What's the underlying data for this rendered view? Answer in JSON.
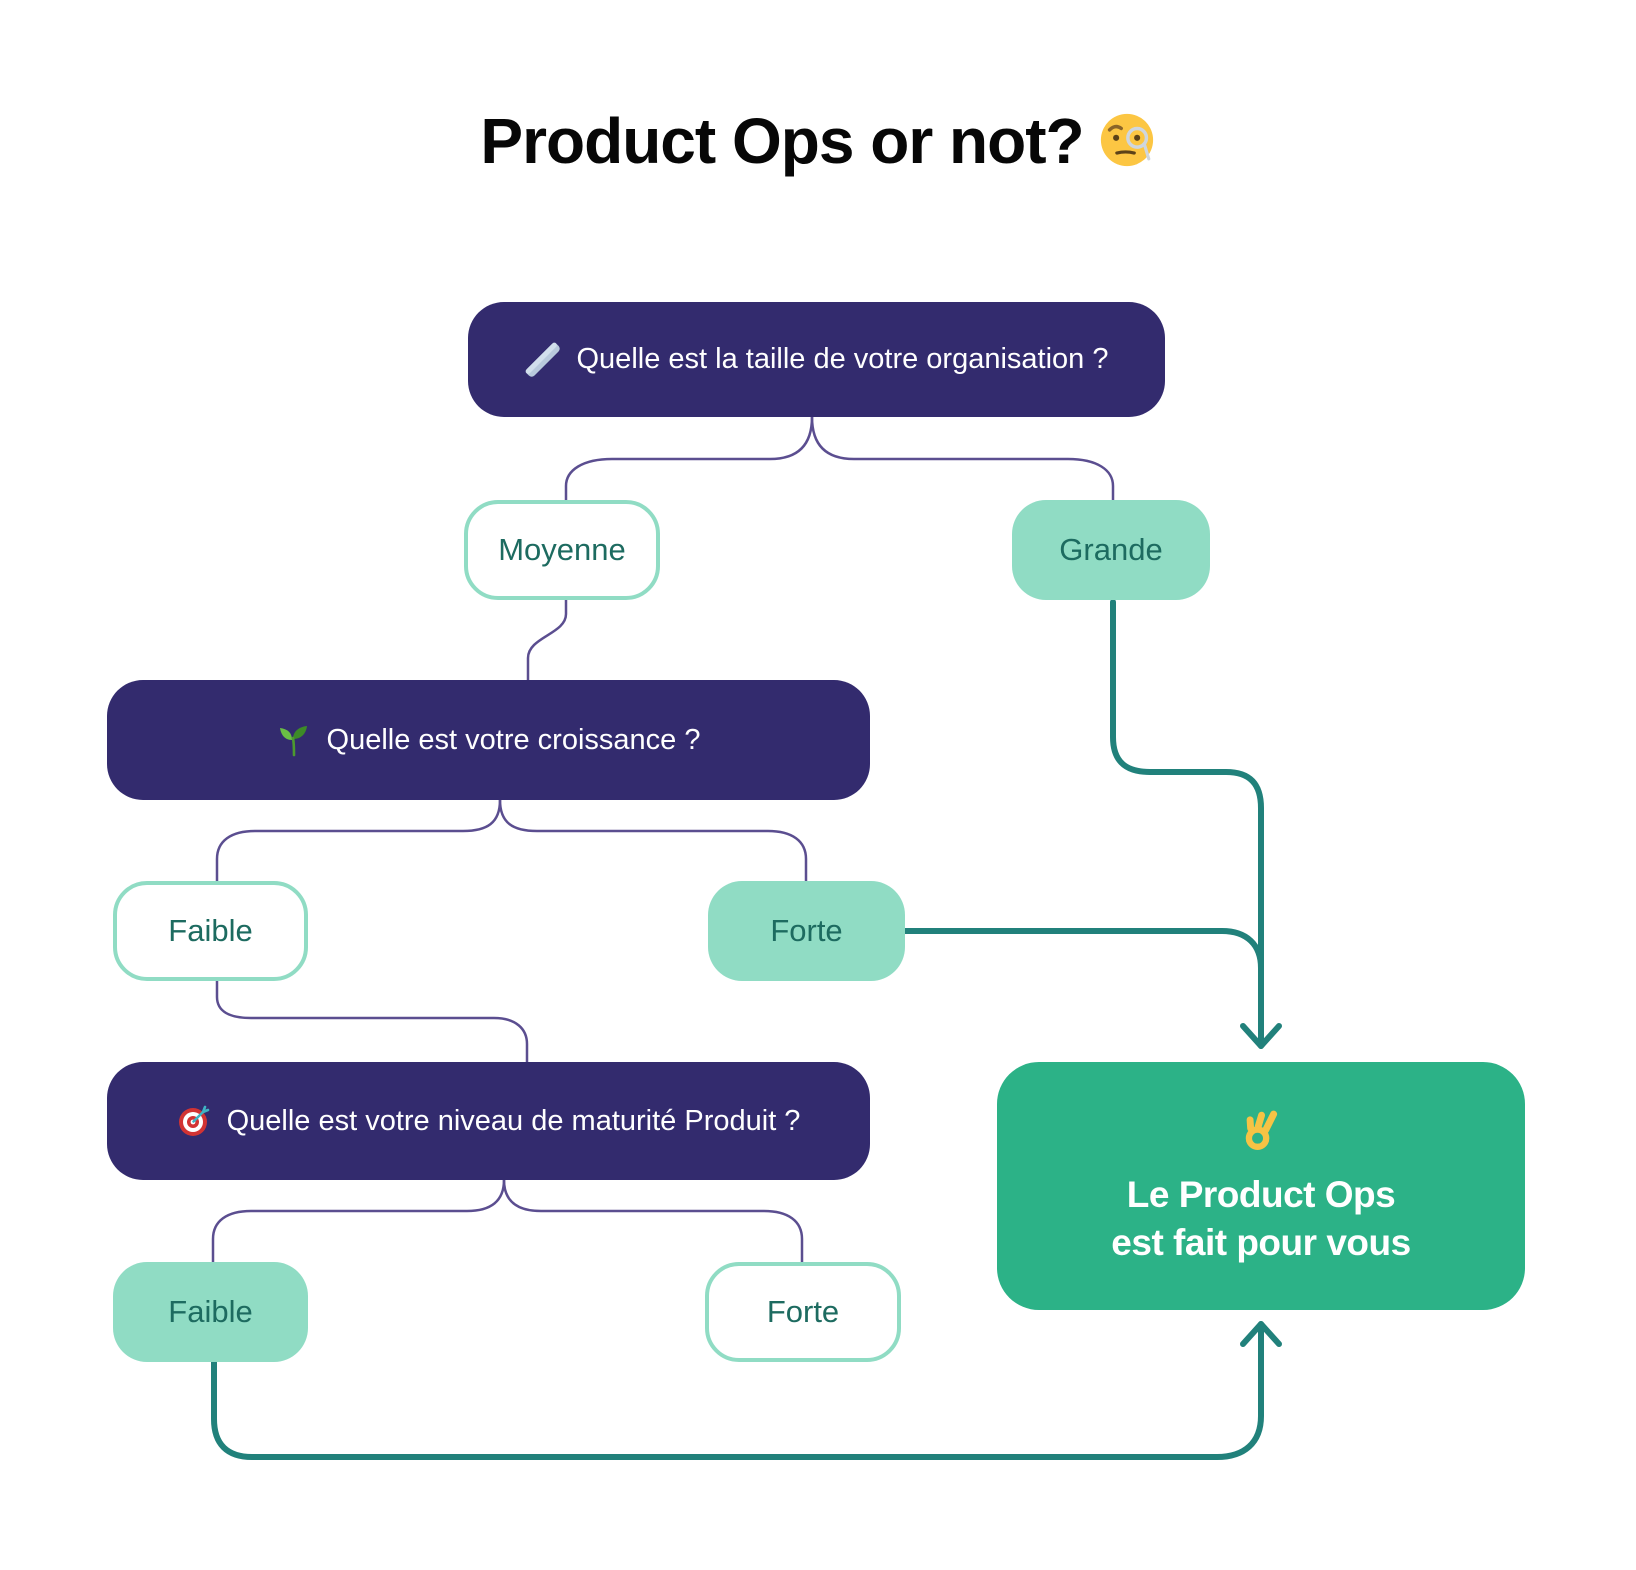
{
  "title": {
    "text": "Product Ops or not?",
    "emoji": "🧐",
    "emoji_name": "face-with-monocle"
  },
  "colors": {
    "question_box": "#332b6e",
    "pill_mint": "#90dcc4",
    "pill_text": "#1d6b60",
    "result_green": "#2cb287",
    "teal_connector": "#21817b",
    "purple_connector": "#5b4e90",
    "title_text": "#070707"
  },
  "flowchart": {
    "questions": [
      {
        "id": "taille",
        "emoji": "📏",
        "icon": "ruler",
        "text": "Quelle est la taille de votre organisation ?"
      },
      {
        "id": "croissance",
        "emoji": "🌱",
        "icon": "seedling",
        "text": "Quelle est votre croissance ?"
      },
      {
        "id": "maturite",
        "emoji": "🎯",
        "icon": "target",
        "text": "Quelle est votre niveau de maturité Produit ?"
      }
    ],
    "answers": [
      {
        "id": "moyenne",
        "label": "Moyenne",
        "variant": "outline"
      },
      {
        "id": "grande",
        "label": "Grande",
        "variant": "filled"
      },
      {
        "id": "faible-croissance",
        "label": "Faible",
        "variant": "outline"
      },
      {
        "id": "forte-croissance",
        "label": "Forte",
        "variant": "filled"
      },
      {
        "id": "faible-maturite",
        "label": "Faible",
        "variant": "filled"
      },
      {
        "id": "forte-maturite",
        "label": "Forte",
        "variant": "outline"
      }
    ],
    "result": {
      "emoji": "👌",
      "emoji_name": "ok-hand",
      "line1": "Le Product Ops",
      "line2": "est fait pour vous"
    }
  }
}
